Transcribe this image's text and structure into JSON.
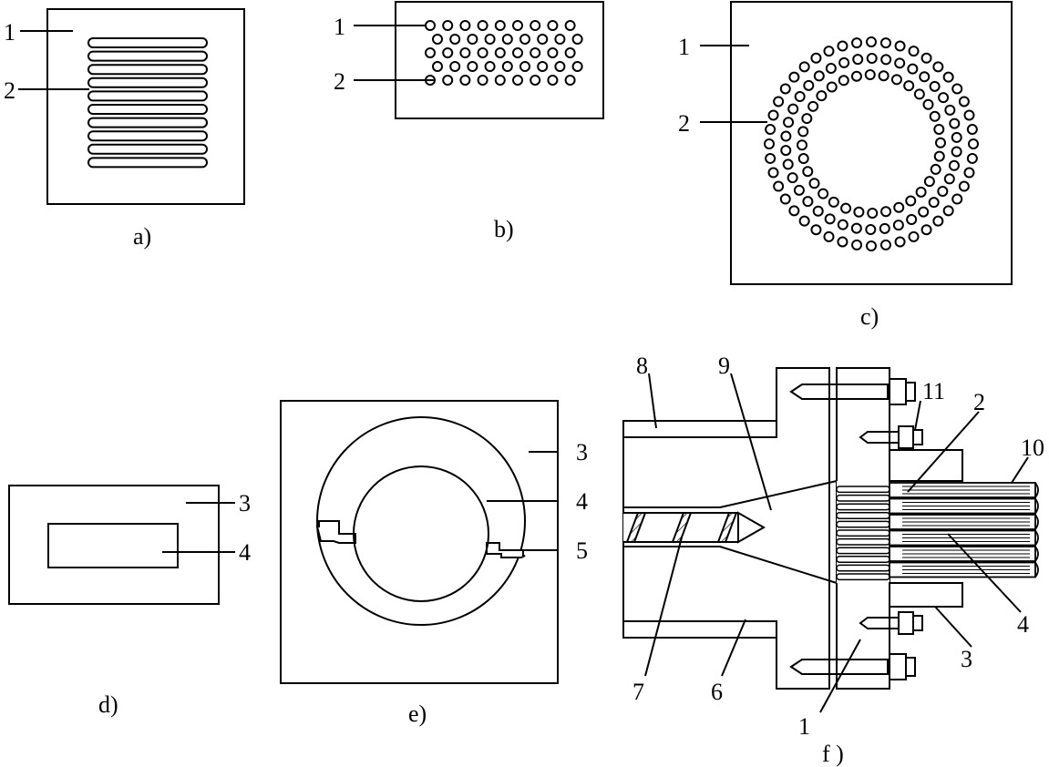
{
  "captions": {
    "a": "a)",
    "b": "b)",
    "c": "c)",
    "d": "d)",
    "e": "e)",
    "f": "f )"
  },
  "labels": {
    "a": [
      "1",
      "2"
    ],
    "b": [
      "1",
      "2"
    ],
    "c": [
      "1",
      "2"
    ],
    "d": [
      "3",
      "4"
    ],
    "e": [
      "3",
      "4",
      "5"
    ],
    "f": [
      "8",
      "9",
      "11",
      "2",
      "10",
      "4",
      "3",
      "7",
      "6",
      "1"
    ]
  },
  "colors": {
    "ink": "#000000",
    "paper": "#ffffff"
  }
}
